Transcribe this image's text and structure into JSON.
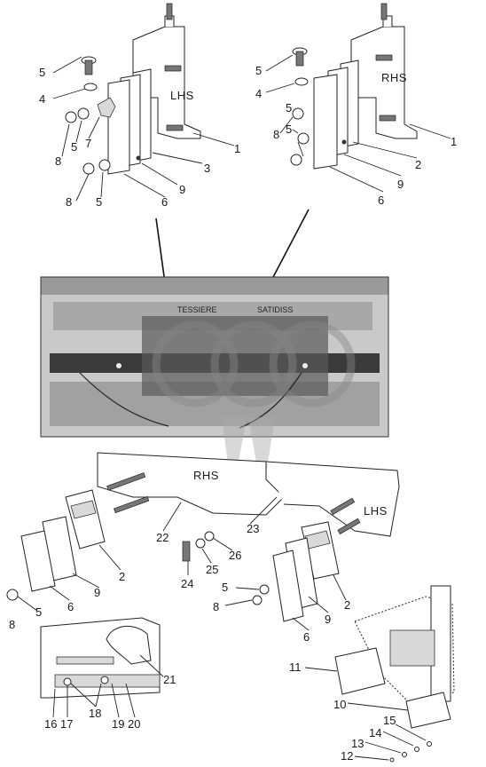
{
  "side_labels": {
    "top_left": "LHS",
    "top_right": "RHS",
    "mid_right": "RHS",
    "lower_right": "LHS"
  },
  "photo_text": {
    "left": "TESSIERE",
    "right": "SATIDISS"
  },
  "part_numbers": {
    "tl_5": "5",
    "tl_4": "4",
    "tl_7": "7",
    "tl_8a": "8",
    "tl_5b": "5",
    "tl_8b": "8",
    "tl_5c": "5",
    "tl_6": "6",
    "tl_9": "9",
    "tl_3": "3",
    "tl_1": "1",
    "tr_5": "5",
    "tr_4": "4",
    "tr_8": "8",
    "tr_5b": "5",
    "tr_5c": "5",
    "tr_6": "6",
    "tr_9": "9",
    "tr_2": "2",
    "tr_1": "1",
    "ml_2": "2",
    "ml_9": "9",
    "ml_6": "6",
    "ml_5": "5",
    "ml_8": "8",
    "mc_22": "22",
    "mc_23": "23",
    "mc_24": "24",
    "mc_25": "25",
    "mc_26": "26",
    "mr_5": "5",
    "mr_8": "8",
    "mr_6": "6",
    "mr_9": "9",
    "mr_2": "2",
    "bl_21": "21",
    "bl_16": "16",
    "bl_17": "17",
    "bl_18": "18",
    "bl_19": "19",
    "bl_20": "20",
    "br_11": "11",
    "br_10": "10",
    "br_15": "15",
    "br_14": "14",
    "br_13": "13",
    "br_12": "12"
  },
  "icons": [
    "exploded-parts-drawing",
    "photo-grille",
    "watermark-logo"
  ]
}
